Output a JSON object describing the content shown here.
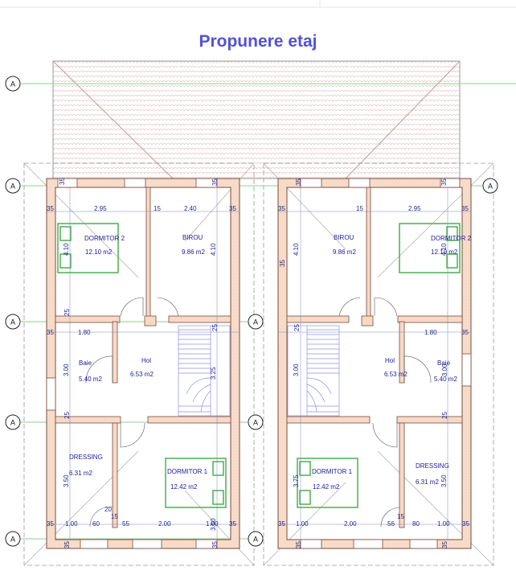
{
  "title": "Propunere etaj",
  "axis_marker": "A",
  "rooms": {
    "left_dormitor2_name": "DORMITOR 2",
    "left_dormitor2_area": "12.10 m2",
    "left_birou_name": "BIROU",
    "left_birou_area": "9.86 m2",
    "left_baie_name": "Baie",
    "left_baie_area": "5.40 m2",
    "left_hol_name": "Hol",
    "left_hol_area": "6.53 m2",
    "left_dressing_name": "DRESSING",
    "left_dressing_area": "6.31 m2",
    "left_dormitor1_name": "DORMITOR 1",
    "left_dormitor1_area": "12.42 m2",
    "right_birou_name": "BIROU",
    "right_birou_area": "9.86 m2",
    "right_dormitor2_name": "DORMITOR 2",
    "right_dormitor2_area": "12.10 m2",
    "right_hol_name": "Hol",
    "right_hol_area": "6.53 m2",
    "right_baie_name": "Baie",
    "right_baie_area": "5.40 m2",
    "right_dormitor1_name": "DORMITOR 1",
    "right_dormitor1_area": "12.42 m2",
    "right_dressing_name": "DRESSING",
    "right_dressing_area": "6.31 m2"
  },
  "dims": {
    "l_35_top_a": "35",
    "l_35_top_b": "35",
    "l_35_left_top": "35",
    "l_295": "2.95",
    "l_15_top": "15",
    "l_240": "2.40",
    "l_35_right_top": "35",
    "l_410_a": "4.10",
    "l_410_b": "4.10",
    "l_25_mid": "25",
    "l_35_left_mid": "35",
    "l_180": "1.80",
    "l_25_stair": "25",
    "l_300": "3.00",
    "l_325": "3.25",
    "l_25_low": "25",
    "l_350_a": "3.50",
    "l_350_b": "3.50",
    "l_20": "20",
    "l_15_bot": "15",
    "l_35_bl": "35",
    "l_100_a": "1.00",
    "l_60": "60",
    "l_55": "55",
    "l_200": "2.00",
    "l_100_b": "1.00",
    "l_35_br": "35",
    "l_35_bot_a": "35",
    "l_35_bot_b": "35",
    "r_35_top_a": "35",
    "r_35_top_b": "35",
    "r_35_left": "35",
    "r_15_top": "15",
    "r_295": "2.95",
    "r_35_right_top": "35",
    "r_410_a": "4.10",
    "r_410_b": "4.10",
    "r_35_vert": "35",
    "r_25_mid": "25",
    "r_180": "1.80",
    "r_35_right_mid": "35",
    "r_300": "3.00",
    "r_300_b": "3.00",
    "r_25_low": "25",
    "r_375": "3.75",
    "r_350": "3.50",
    "r_15_bot": "15",
    "r_35_bl": "35",
    "r_100_a": "1.00",
    "r_200": "2.00",
    "r_56": "56",
    "r_80": "80",
    "r_100_b": "1.00",
    "r_35_br": "35",
    "r_35_bot_a": "35",
    "r_35_bot_b": "35"
  },
  "colors": {
    "title": "#5151d8",
    "wall_fill": "#f7d9c8",
    "wall_stroke": "#7a4a3a",
    "roof_stroke": "#d9b7b7",
    "axis_line": "#7ec87e",
    "bed_stroke": "#4caf50",
    "dim_text": "#222b8c",
    "room_text": "#1a1a9a",
    "stair": "#8f8fe6"
  }
}
